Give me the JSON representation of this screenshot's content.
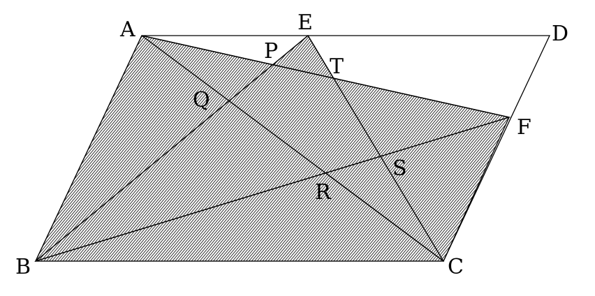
{
  "figure": {
    "points": {
      "A": "A",
      "B": "B",
      "C": "C",
      "D": "D",
      "E": "E",
      "F": "F",
      "P": "P",
      "Q": "Q",
      "R": "R",
      "S": "S",
      "T": "T"
    },
    "colors": {
      "line": "#000000",
      "hatch": "#000000",
      "background": "#ffffff"
    }
  }
}
